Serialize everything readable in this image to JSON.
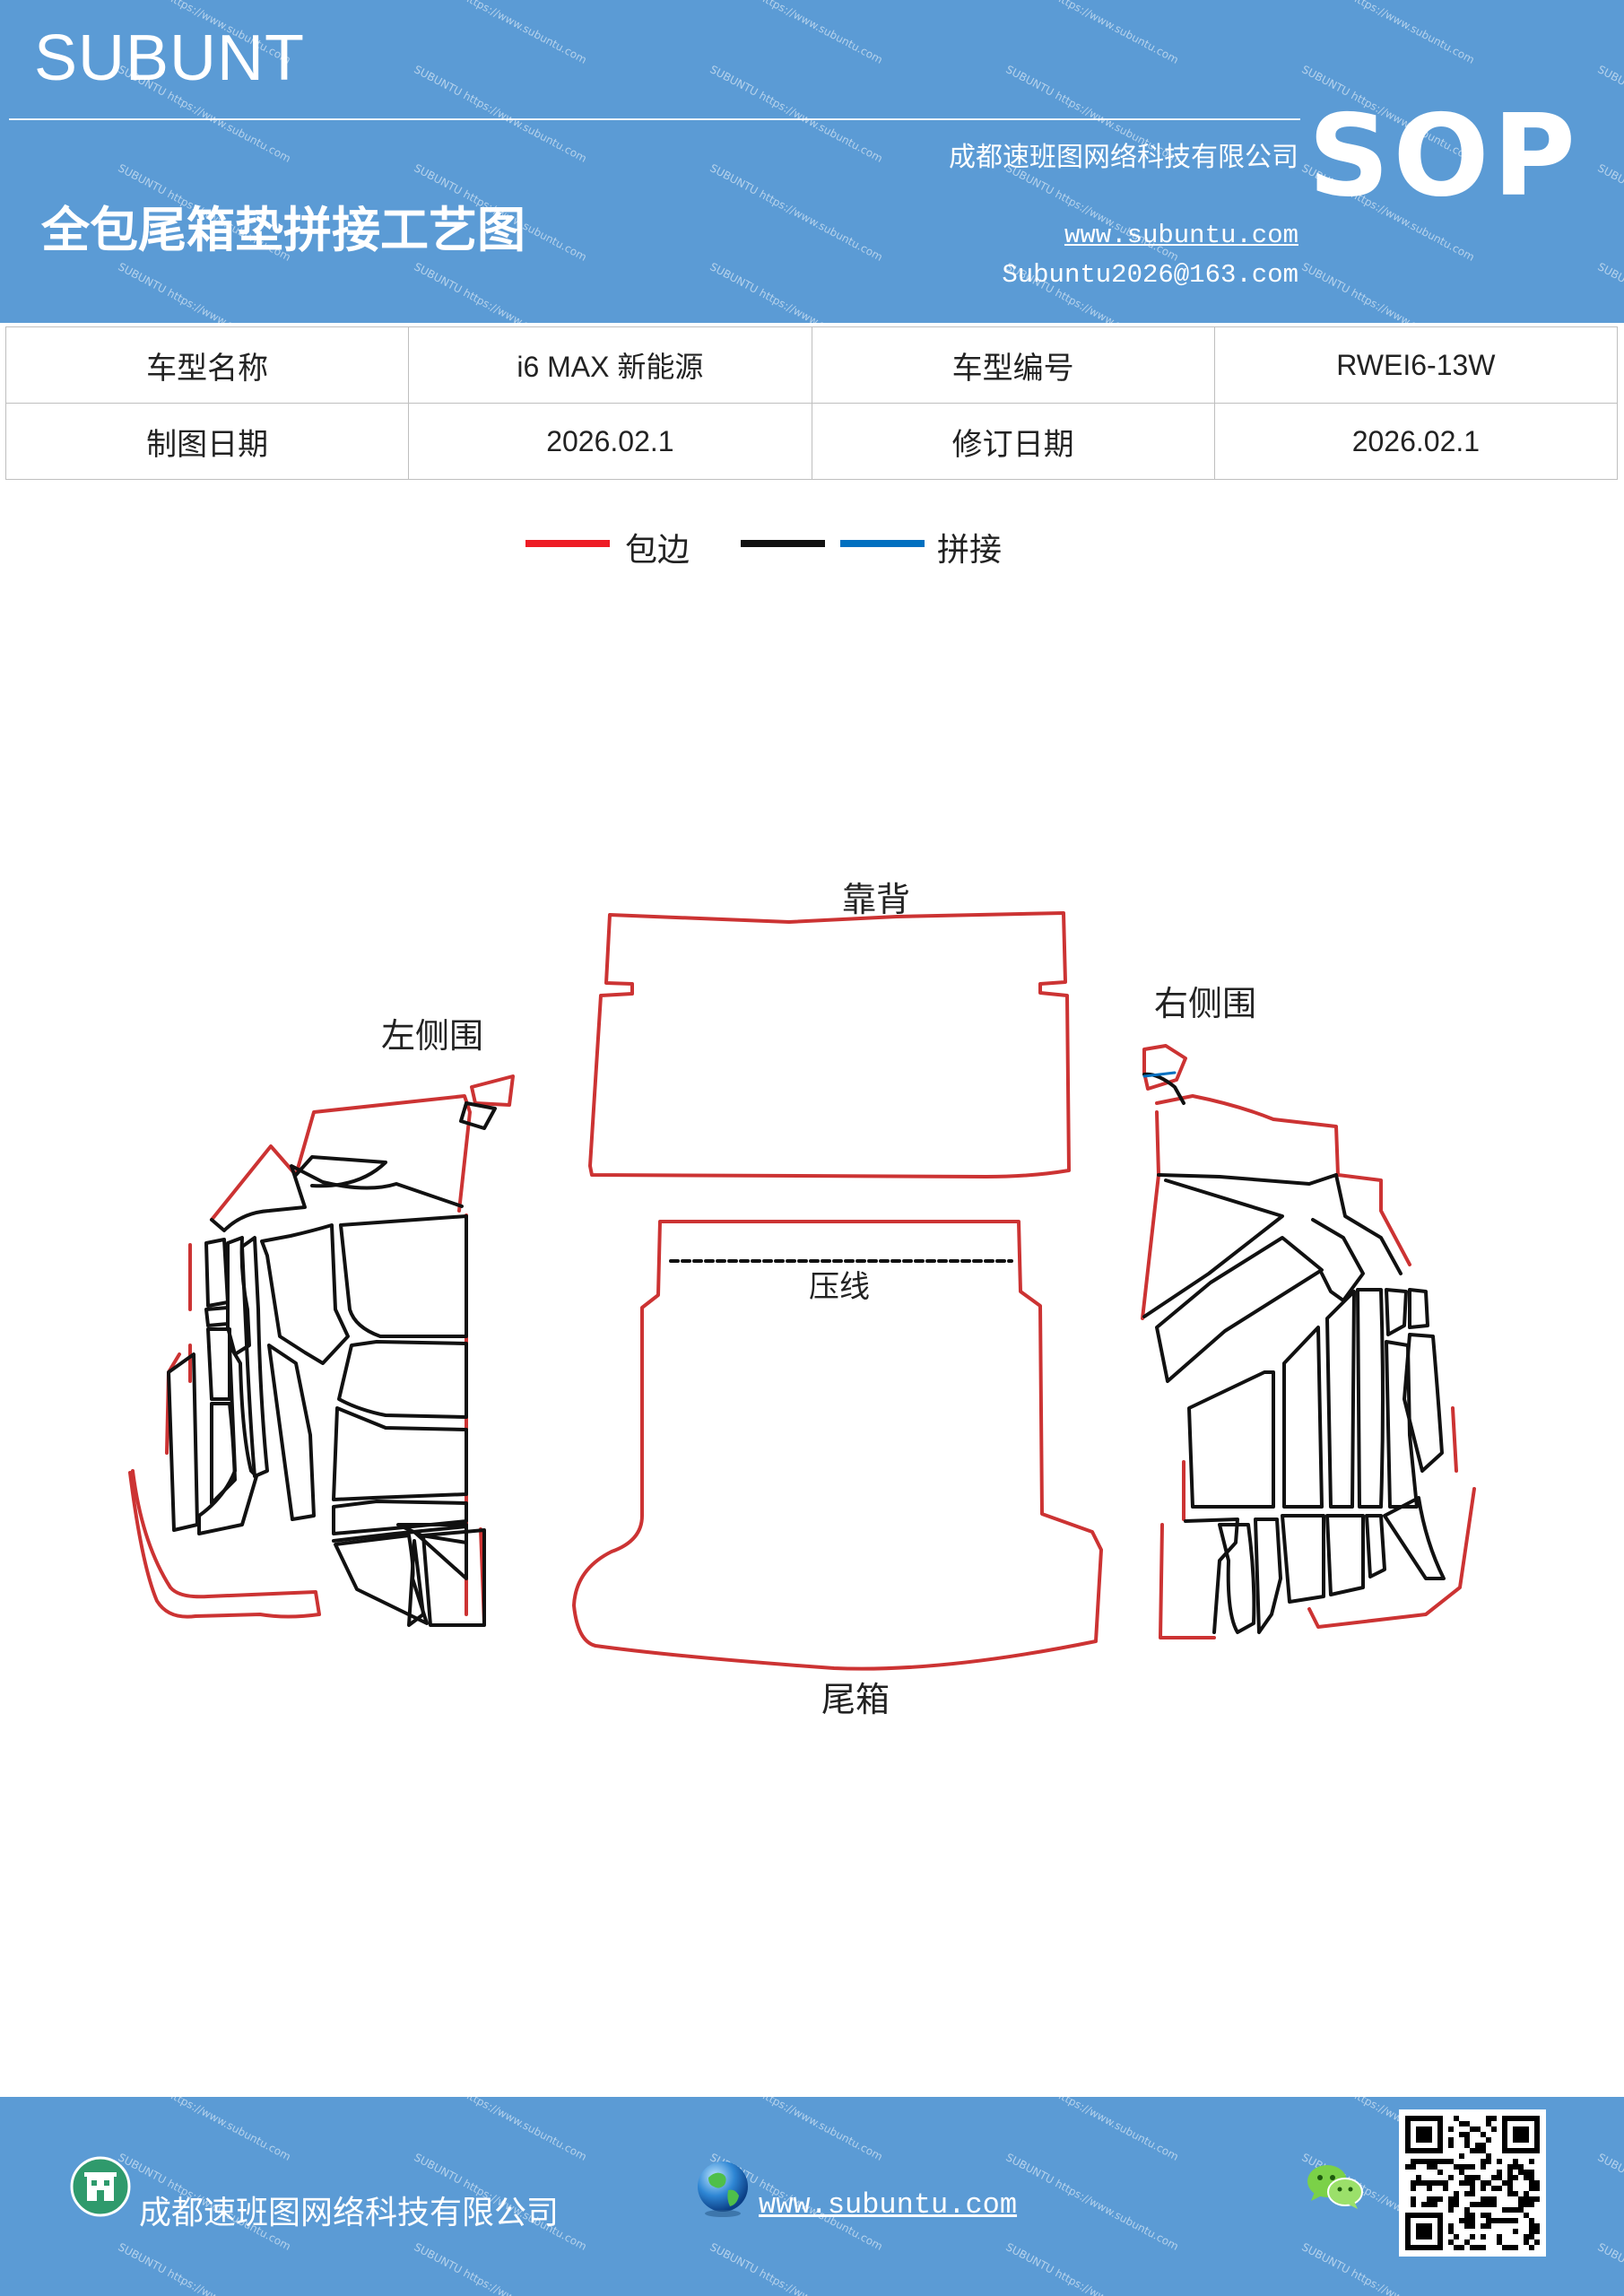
{
  "header": {
    "brand": "SUBUNT",
    "company": "成都速班图网络科技有限公司",
    "title": "全包尾箱垫拼接工艺图",
    "website": "www.subuntu.com",
    "email": "Subuntu2026@163.com",
    "badge": "SOP"
  },
  "info_table": {
    "rows": [
      {
        "label1": "车型名称",
        "value1": "i6  MAX  新能源",
        "label2": "车型编号",
        "value2": "RWEI6-13W"
      },
      {
        "label1": "制图日期",
        "value1": "2026.02.1",
        "label2": "修订日期",
        "value2": "2026.02.1"
      }
    ]
  },
  "legend": {
    "items": [
      {
        "label": "包边",
        "colors": [
          "#ee1c25"
        ]
      },
      {
        "label": "拼接",
        "colors": [
          "#111111",
          "#0070c0"
        ]
      }
    ]
  },
  "pieces": {
    "backrest": "靠背",
    "left_side": "左侧围",
    "right_side": "右侧围",
    "crease": "压线",
    "trunk": "尾箱"
  },
  "colors": {
    "header_bg": "#5b9bd5",
    "edge": "#cc3333",
    "seam": "#111111"
  },
  "footer": {
    "company": "成都速班图网络科技有限公司",
    "website": "www.subuntu.com",
    "icons": [
      "building-icon",
      "globe-icon",
      "wechat-icon",
      "qr-code"
    ]
  },
  "watermark": "SUBUNTU https://www.subuntu.com"
}
